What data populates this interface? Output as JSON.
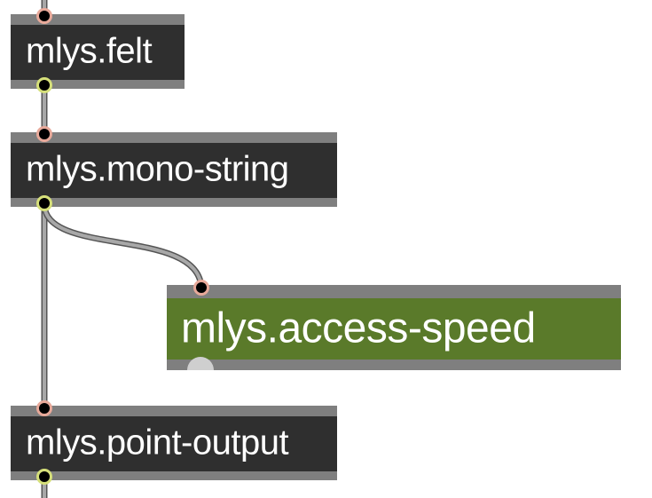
{
  "objects": {
    "felt": {
      "label": "mlys.felt"
    },
    "mono_string": {
      "label": "mlys.mono-string"
    },
    "access_speed": {
      "label": "mlys.access-speed"
    },
    "point_output": {
      "label": "mlys.point-output"
    }
  },
  "colors": {
    "object_bg": "#2f2f2f",
    "object_border": "#7f7f7f",
    "access_bg": "#5a7a2a",
    "inlet_ring": "#e8a99a",
    "outlet_ring": "#d6e07a",
    "cord": "#9a9a9a"
  }
}
